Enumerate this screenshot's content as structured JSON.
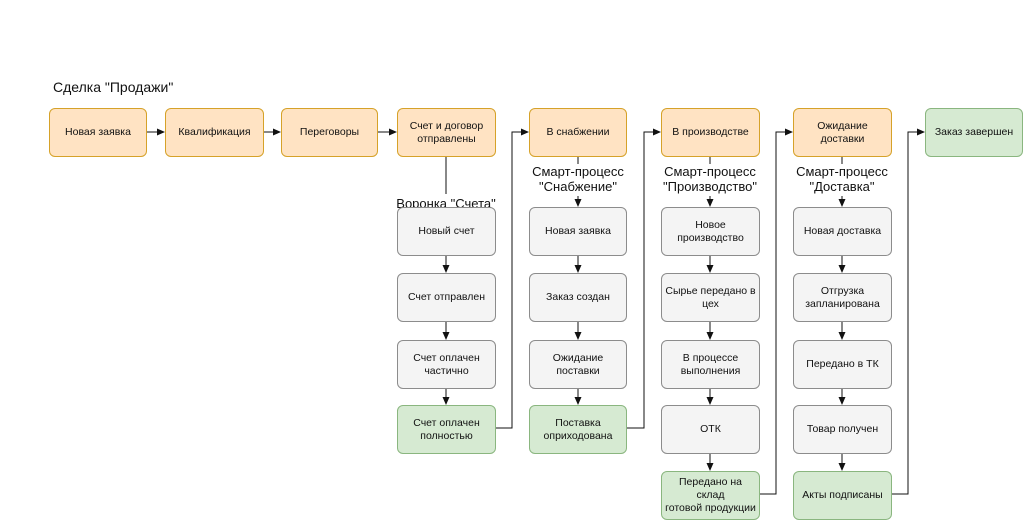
{
  "title": "Сделка \"Продажи\"",
  "nodes": {
    "new_request": "Новая заявка",
    "qualification": "Квалификация",
    "negotiations": "Переговоры",
    "invoice_sent": "Счет и договор\nотправлены",
    "in_supply": "В снабжении",
    "in_production": "В производстве",
    "awaiting_delivery": "Ожидание\nдоставки",
    "order_completed": "Заказ завершен",
    "inv_new": "Новый счет",
    "inv_sent": "Счет отправлен",
    "inv_partial": "Счет оплачен\nчастично",
    "inv_full": "Счет оплачен\nполностью",
    "sup_new": "Новая заявка",
    "sup_created": "Заказ создан",
    "sup_waiting": "Ожидание поставки",
    "sup_received": "Поставка\nоприходована",
    "prod_new": "Новое\nпроизводство",
    "prod_raw": "Сырье передано в\nцех",
    "prod_progress": "В процессе\nвыполнения",
    "prod_qc": "ОТК",
    "prod_warehouse": "Передано на склад\nготовой продукции",
    "del_new": "Новая доставка",
    "del_planned": "Отгрузка\nзапланирована",
    "del_tk": "Передано в ТК",
    "del_received": "Товар получен",
    "del_signed": "Акты подписаны"
  },
  "labels": {
    "funnel_invoices": "Воронка \"Счета\"",
    "sp_supply": "Смарт-процесс\n\"Снабжение\"",
    "sp_production": "Смарт-процесс\n\"Производство\"",
    "sp_delivery": "Смарт-процесс\n\"Доставка\""
  },
  "colors": {
    "orange_fill": "#ffe3c3",
    "orange_border": "#d6a229",
    "green_fill": "#d6ead2",
    "green_border": "#8ab67f",
    "grey_fill": "#f4f4f4",
    "grey_border": "#8c8c8c"
  }
}
